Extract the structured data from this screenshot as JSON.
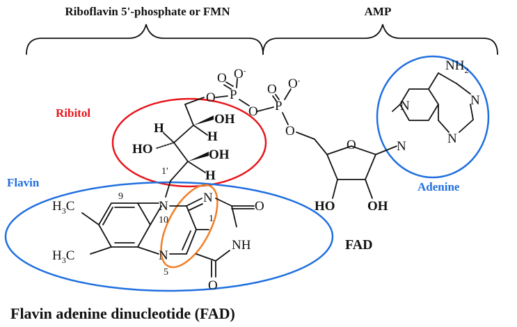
{
  "sections": {
    "fmn_label": "Riboflavin 5'-phosphate or FMN",
    "amp_label": "AMP"
  },
  "regions": {
    "ribitol": "Ribitol",
    "flavin": "Flavin",
    "adenine": "Adenine"
  },
  "molecule": {
    "name": "FAD",
    "caption": "Flavin adenine dinucleotide (FAD)"
  },
  "atoms": {
    "O": "O",
    "O_minus": "O",
    "P": "P",
    "OH": "OH",
    "HO": "HO",
    "H": "H",
    "N": "N",
    "NH": "NH",
    "NH2": "NH",
    "H3C": "H",
    "C": "C"
  },
  "atom_numbers": {
    "n9": "9",
    "n10": "10",
    "n1": "1",
    "n5": "5",
    "n1prime": "1'"
  },
  "colors": {
    "ribitol": "#e8141b",
    "flavin": "#1f6fe0",
    "adenine": "#1f6fe0",
    "highlight": "#f07e26",
    "text": "#111111"
  }
}
